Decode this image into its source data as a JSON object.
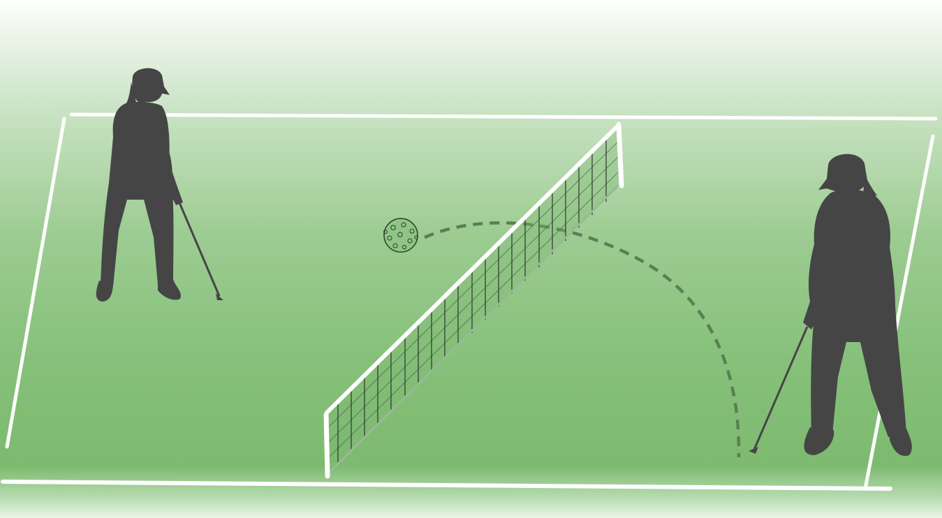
{
  "scene": {
    "subject": "golf-tennis-court-illustration",
    "colors": {
      "sky_top": "#ffffff",
      "grass_light": "#a9d3a3",
      "grass": "#86c07a",
      "grass_dark": "#7dba6f",
      "court_lines": "#ffffff",
      "silhouette": "#454546",
      "net_mesh": "#1f2a22",
      "net_tape": "#ffffff",
      "ball_stroke": "#2c3a2c",
      "trajectory": "#5a7f55"
    },
    "elements": {
      "left_player": "golfer-silhouette",
      "right_player": "golfer-silhouette",
      "net": "tennis-net",
      "ball": "wiffle-ball",
      "path": "dashed-arc-trajectory"
    }
  }
}
